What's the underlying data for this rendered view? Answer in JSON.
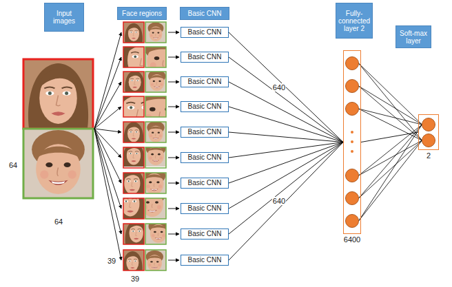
{
  "diagram": {
    "nodes": [
      {
        "text": [
          "Input images"
        ]
      },
      {
        "text": [
          "Face regions"
        ]
      },
      {
        "text": [
          "Basic CNN"
        ]
      },
      {
        "text": [
          "Basic CNN"
        ]
      },
      {
        "text": [
          "Basic CNN"
        ]
      },
      {
        "text": [
          "Basic CNN"
        ]
      },
      {
        "text": [
          "Basic CNN"
        ]
      },
      {
        "text": [
          "Basic CNN"
        ]
      },
      {
        "text": [
          "Basic CNN"
        ]
      },
      {
        "text": [
          "Basic CNN"
        ]
      },
      {
        "text": [
          "Basic CNN"
        ]
      },
      {
        "text": [
          "Basic CNN"
        ]
      },
      {
        "text": [
          "Basic CNN"
        ]
      },
      {
        "text": [
          "Fully-connected layer 2"
        ]
      },
      {
        "text": [
          "6400"
        ]
      },
      {
        "text": [
          "Soft-max layer"
        ]
      },
      {
        "text": [
          "2"
        ]
      }
    ],
    "edges": [
      {
        "from": 3,
        "to": 14,
        "arrow": "none"
      },
      {
        "from": 4,
        "to": 14,
        "arrow": "none"
      },
      {
        "from": 5,
        "to": 14,
        "arrow": "none"
      },
      {
        "from": 6,
        "to": 14,
        "arrow": "none"
      },
      {
        "from": 7,
        "to": 14,
        "arrow": "none"
      },
      {
        "from": 8,
        "to": 14,
        "arrow": "none"
      },
      {
        "from": 9,
        "to": 14,
        "arrow": "none"
      },
      {
        "from": 10,
        "to": 14,
        "arrow": "none"
      },
      {
        "from": 11,
        "to": 14,
        "arrow": "none"
      },
      {
        "from": 12,
        "to": 14,
        "arrow": "none"
      },
      {
        "from": 14,
        "to": 16,
        "arrow": "none"
      }
    ],
    "labels": [
      "64",
      "64",
      "39",
      "39",
      "640",
      "640"
    ]
  }
}
